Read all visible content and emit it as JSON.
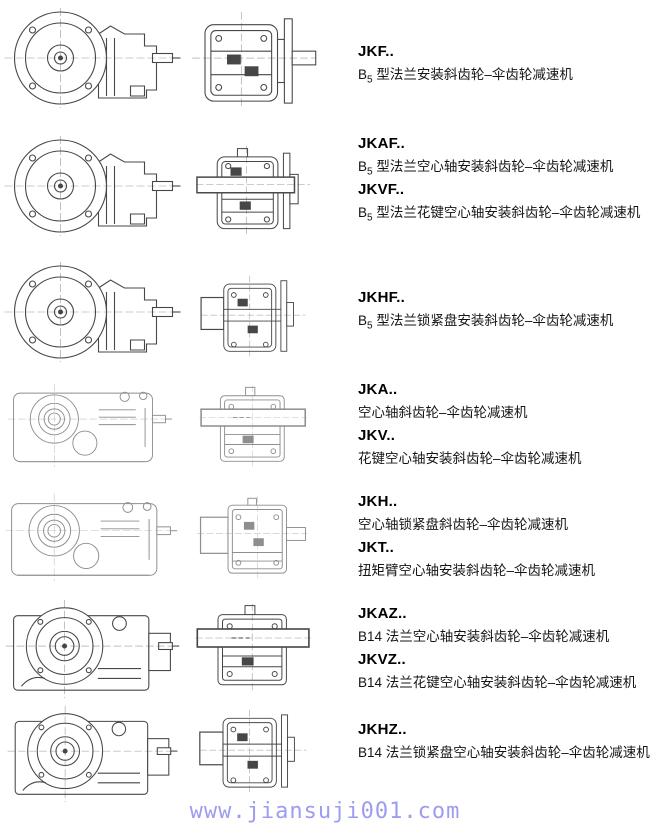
{
  "page": {
    "background": "#ffffff",
    "ink": "#474747",
    "faint_ink": "#8e8e8e"
  },
  "watermark": {
    "text": "www.jiansuji001.com",
    "color": "#9c9cf0"
  },
  "rows": [
    {
      "views": {
        "left": "flange-front-view",
        "right": "flange-side-view"
      },
      "labels": [
        {
          "model": "JKF..",
          "pre": "B",
          "sub": "5",
          "rest": " 型法兰安装斜齿轮–伞齿轮减速机"
        }
      ]
    },
    {
      "views": {
        "left": "flange-front-view",
        "right": "hollow-shaft-flange-side-view"
      },
      "labels": [
        {
          "model": "JKAF..",
          "pre": "B",
          "sub": "5",
          "rest": " 型法兰空心轴安装斜齿轮–伞齿轮减速机"
        },
        {
          "model": "JKVF..",
          "pre": "B",
          "sub": "5",
          "rest": " 型法兰花键空心轴安装斜齿轮–伞齿轮减速机"
        }
      ]
    },
    {
      "views": {
        "left": "flange-front-view",
        "right": "shrink-disc-flange-side-view"
      },
      "labels": [
        {
          "model": "JKHF..",
          "pre": "B",
          "sub": "5",
          "rest": " 型法兰锁紧盘安装斜齿轮–伞齿轮减速机"
        }
      ]
    },
    {
      "views": {
        "left": "housing-front-view",
        "right": "hollow-shaft-rear-view"
      },
      "labels": [
        {
          "model": "JKA..",
          "pre": "",
          "sub": "",
          "rest": "空心轴斜齿轮–伞齿轮减速机"
        },
        {
          "model": "JKV..",
          "pre": "",
          "sub": "",
          "rest": "花键空心轴安装斜齿轮–伞齿轮减速机"
        }
      ]
    },
    {
      "views": {
        "left": "housing-front-view",
        "right": "shrink-disc-rear-view"
      },
      "labels": [
        {
          "model": "JKH..",
          "pre": "",
          "sub": "",
          "rest": "空心轴锁紧盘斜齿轮–伞齿轮减速机"
        },
        {
          "model": "JKT..",
          "pre": "",
          "sub": "",
          "rest": "扭矩臂空心轴安装斜齿轮–伞齿轮减速机"
        }
      ]
    },
    {
      "views": {
        "left": "small-flange-front-view",
        "right": "hollow-shaft-rear-view"
      },
      "labels": [
        {
          "model": "JKAZ..",
          "pre": "B14",
          "sub": "",
          "rest": " 法兰空心轴安装斜齿轮–伞齿轮减速机"
        },
        {
          "model": "JKVZ..",
          "pre": "B14",
          "sub": "",
          "rest": " 法兰花键空心轴安装斜齿轮–伞齿轮减速机"
        }
      ]
    },
    {
      "views": {
        "left": "small-flange-front-view",
        "right": "shrink-disc-side-view"
      },
      "labels": [
        {
          "model": "JKHZ..",
          "pre": "B14",
          "sub": "",
          "rest": " 法兰锁紧盘空心轴安装斜齿轮–伞齿轮减速机"
        }
      ]
    }
  ]
}
